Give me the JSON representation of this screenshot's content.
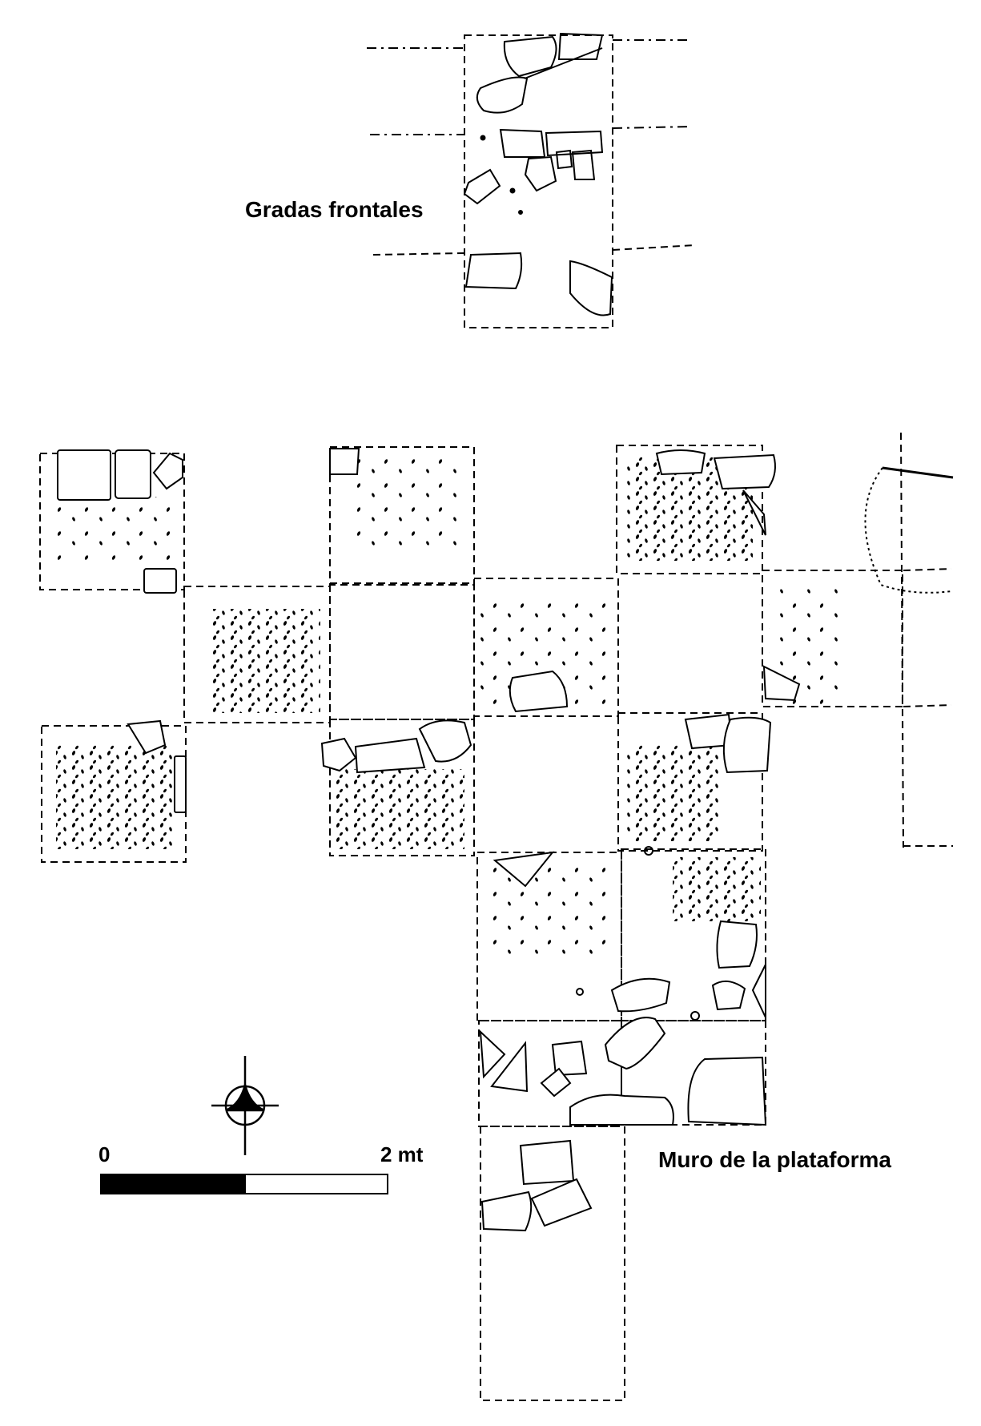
{
  "labels": {
    "gradas": "Gradas frontales",
    "muro": "Muro de la plataforma",
    "scale_start": "0",
    "scale_end": "2 mt"
  },
  "colors": {
    "ink": "#000000",
    "background": "#ffffff"
  },
  "icons": {
    "north_arrow": "north-arrow-icon"
  }
}
